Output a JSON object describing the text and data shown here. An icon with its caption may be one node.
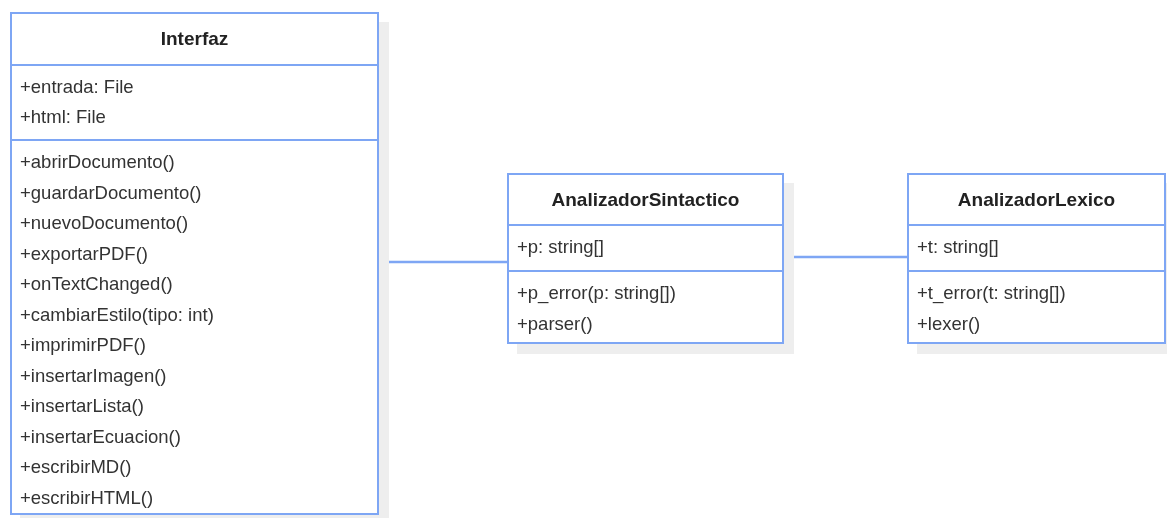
{
  "diagram": {
    "nodes": [
      {
        "text": [
          "Interfaz"
        ]
      },
      {
        "text": [
          "+entrada: File",
          "+html: File"
        ],
        "in": 0
      },
      {
        "text": [
          "+abrirDocumento()",
          "+guardarDocumento()",
          "+nuevoDocumento()",
          "+exportarPDF()",
          "+onTextChanged()",
          "+cambiarEstilo(tipo: int)",
          "+imprimirPDF()",
          "+insertarImagen()",
          "+insertarLista()",
          "+insertarEcuacion()",
          "+escribirMD()",
          "+escribirHTML()"
        ],
        "in": 0
      },
      {
        "text": [
          "AnalizadorSintactico"
        ]
      },
      {
        "text": [
          "+p: string[]"
        ],
        "in": 3
      },
      {
        "text": [
          "+p_error(p: string[])",
          "+parser()"
        ],
        "in": 3
      },
      {
        "text": [
          "AnalizadorLexico"
        ]
      },
      {
        "text": [
          "+t: string[]"
        ],
        "in": 6
      },
      {
        "text": [
          "+t_error(t: string[])",
          "+lexer()"
        ],
        "in": 6
      }
    ],
    "edges": [
      {
        "from": 0,
        "to": 3,
        "arrow": "none"
      },
      {
        "from": 3,
        "to": 6,
        "arrow": "none"
      }
    ]
  }
}
